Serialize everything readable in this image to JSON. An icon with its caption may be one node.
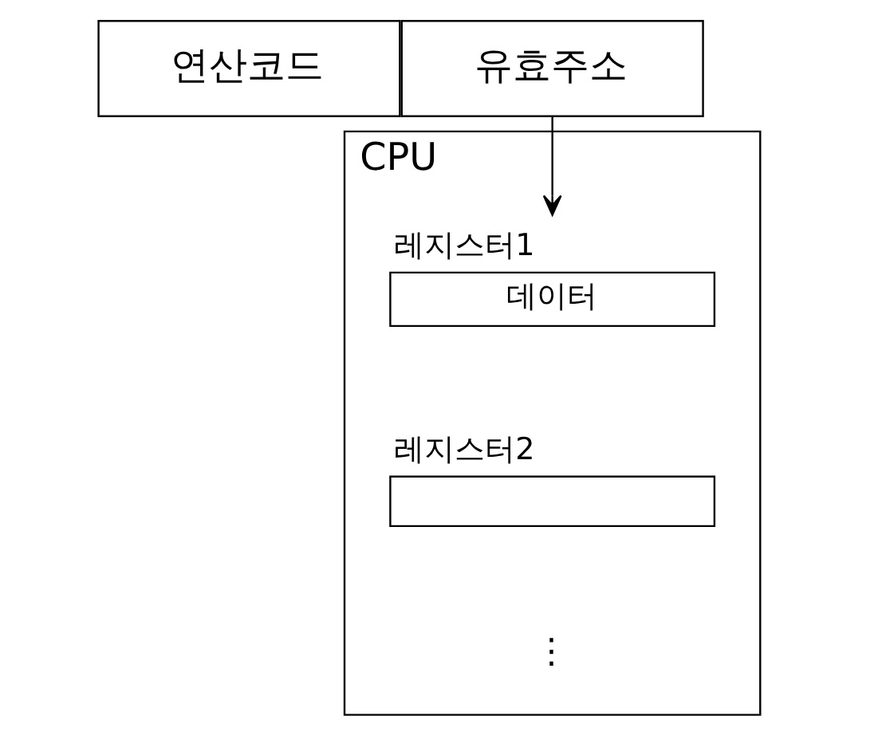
{
  "diagram": {
    "nodes": [
      {
        "text": [
          "연산코드"
        ]
      },
      {
        "text": [
          "유효주소"
        ]
      },
      {
        "text": [
          "CPU"
        ]
      },
      {
        "text": [
          "레지스터1",
          "데이터"
        ],
        "in": 2
      },
      {
        "text": [
          "레지스터2"
        ],
        "in": 2
      }
    ],
    "edges": [
      {
        "from": 1,
        "to": 3,
        "arrow": "to"
      }
    ],
    "labels": [
      "⋮"
    ]
  }
}
